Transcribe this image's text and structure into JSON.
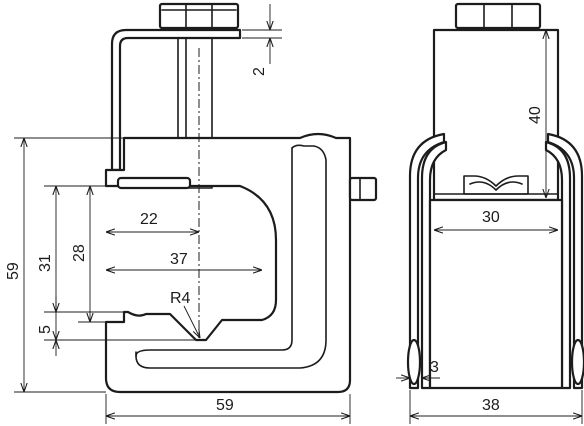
{
  "title": "",
  "side_view": {
    "dimensions": {
      "bolt_clearance": "2",
      "overall_height": "59",
      "jaw_depth_outer": "31",
      "jaw_depth_inner": "28",
      "lower_lip": "5",
      "inner_width": "22",
      "throat_width": "37",
      "radius": "R4",
      "overall_width": "59"
    }
  },
  "front_view": {
    "dimensions": {
      "body_height": "40",
      "body_width": "30",
      "strap_thickness": "3",
      "overall_width": "38"
    }
  }
}
